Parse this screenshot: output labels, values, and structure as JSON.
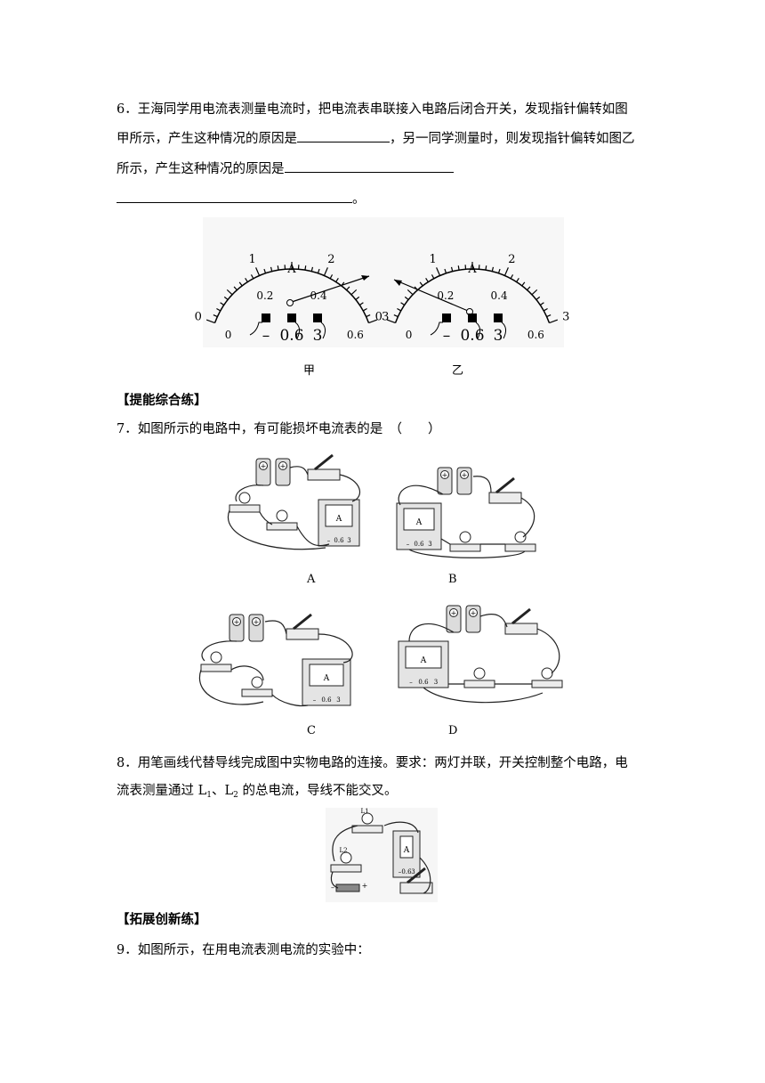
{
  "q6": {
    "number": "6．",
    "line1": "王海同学用电流表测量电流时，把电流表串联接入电路后闭合开关，发现指针偏转如图",
    "line2a": "甲所示，产生这种情况的原因是",
    "line2b": "，另一同学测量时，则发现指针偏转如图乙",
    "line3": "所示，产生这种情况的原因是",
    "line4_end": "。",
    "figure": {
      "scale_top": [
        "0",
        "1",
        "2",
        "3"
      ],
      "scale_bottom": [
        "0",
        "0.2",
        "0.4",
        "0.6"
      ],
      "unit": "A",
      "terminals": [
        "–",
        "0.6",
        "3"
      ],
      "caption_left": "甲",
      "caption_right": "乙"
    }
  },
  "section_improve": "【提能综合练】",
  "q7": {
    "number": "7．",
    "text": "如图所示的电路中，有可能损坏电流表的是　（　　）",
    "captions": [
      "A",
      "B",
      "C",
      "D"
    ],
    "meter_terminals": [
      "–",
      "0.6",
      "3"
    ]
  },
  "q8": {
    "number": "8．",
    "line1": "用笔画线代替导线完成图中实物电路的连接。要求：两灯并联，开关控制整个电路，电",
    "line2a": "流表测量通过 L",
    "line2_sub1": "1",
    "line2b": "、L",
    "line2_sub2": "2",
    "line2c": " 的总电流，导线不能交叉。",
    "figure_labels": [
      "L1",
      "L2"
    ]
  },
  "section_expand": "【拓展创新练】",
  "q9": {
    "number": "9．",
    "text": "如图所示，在用电流表测电流的实验中："
  }
}
